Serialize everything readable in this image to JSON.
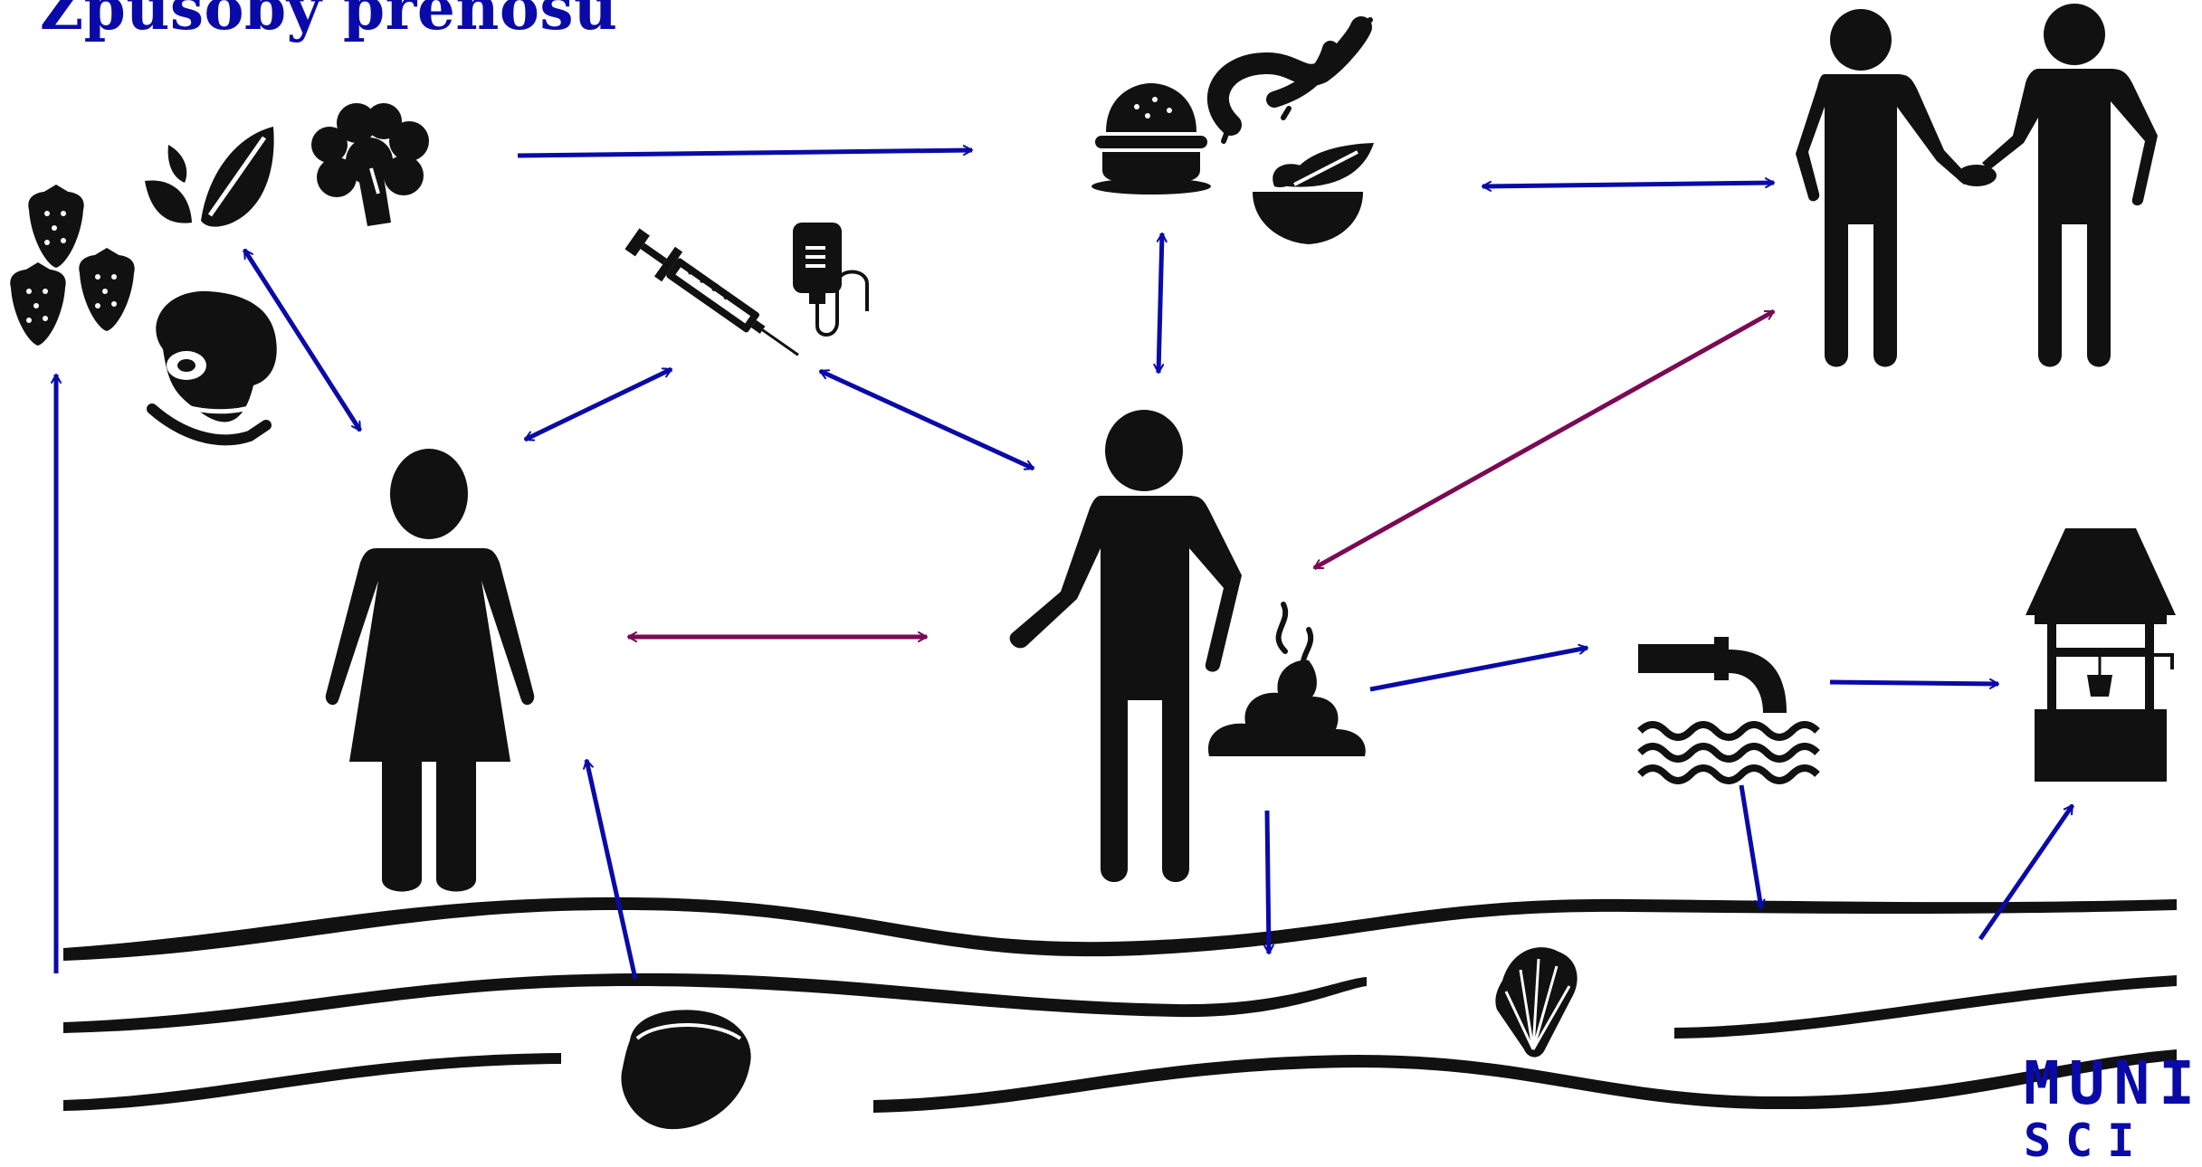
{
  "slide": {
    "title": "Způsoby přenosu",
    "logo_text": "MUNI",
    "logo_subtext": "SCI"
  },
  "colors": {
    "title": "#0a0aa8",
    "arrow_blue": "#0a0aa8",
    "arrow_purple": "#7a0a55",
    "icon": "#111111"
  },
  "icons": [
    "strawberries-icon",
    "leaves-icon",
    "broccoli-icon",
    "meat-steak-icon",
    "burger-icon",
    "sausages-icon",
    "salad-bowl-icon",
    "syringe-icon",
    "iv-bag-icon",
    "woman-icon",
    "man-icon",
    "feces-icon",
    "couple-icon",
    "drain-pipe-icon",
    "water-well-icon",
    "oyster-icon",
    "scallop-shell-icon",
    "water-waves-icon"
  ]
}
